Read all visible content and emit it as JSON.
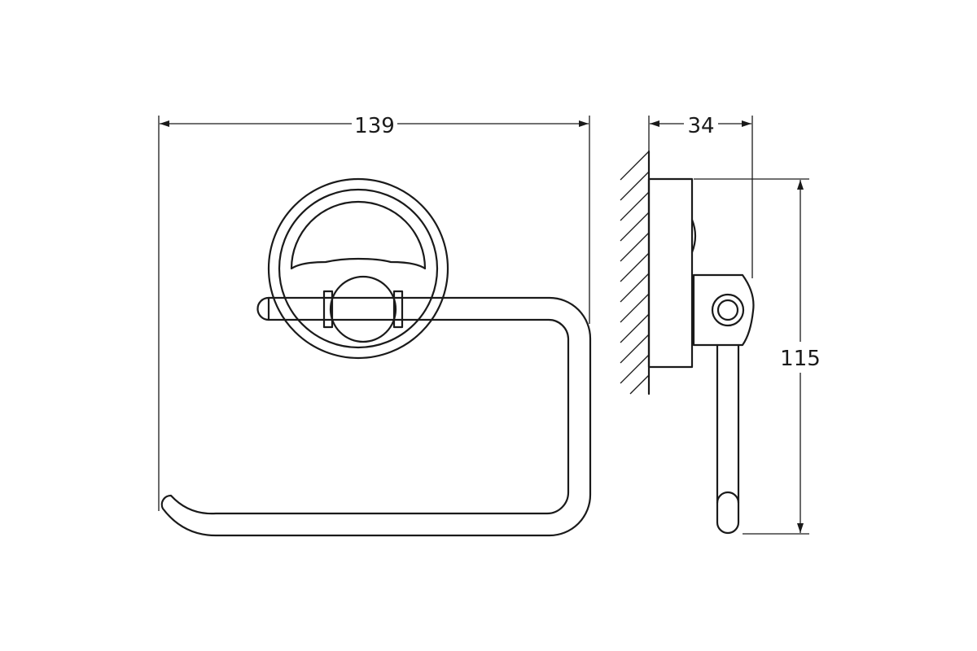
{
  "dimensions": {
    "width": "139",
    "depth": "34",
    "height": "115"
  },
  "colors": {
    "line": "#1a1a1a",
    "background": "#ffffff"
  }
}
